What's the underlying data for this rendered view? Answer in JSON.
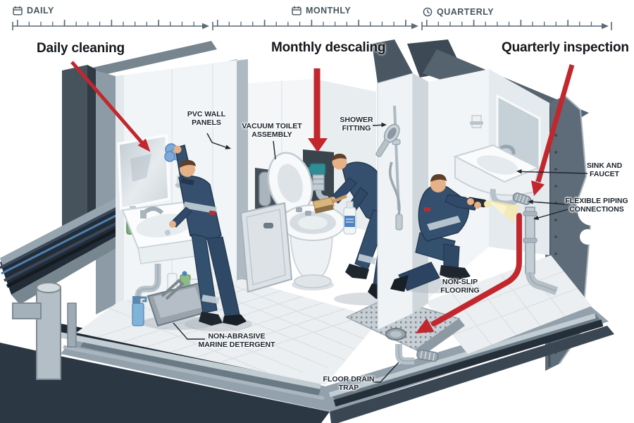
{
  "timeline": {
    "segments": [
      {
        "label": "DAILY",
        "icon": "calendar-icon"
      },
      {
        "label": "MONTHLY",
        "icon": "calendar-icon"
      },
      {
        "label": "QUARTERLY",
        "icon": "clock-icon"
      }
    ]
  },
  "headings": {
    "daily": "Daily cleaning",
    "monthly": "Monthly descaling",
    "quarterly": "Quarterly inspection"
  },
  "callouts": {
    "pvc_wall_panels": {
      "line1": "PVC WALL",
      "line2": "PANELS"
    },
    "vacuum_toilet": {
      "line1": "VACUUM TOILET",
      "line2": "ASSEMBLY"
    },
    "shower_fitting": {
      "line1": "SHOWER",
      "line2": "FITTING"
    },
    "sink_faucet": {
      "line1": "SINK AND",
      "line2": "FAUCET"
    },
    "flexible_piping": {
      "line1": "FLEXIBLE PIPING",
      "line2": "CONNECTIONS"
    },
    "non_slip_flooring": {
      "line1": "NON-SLIP",
      "line2": "FLOORING"
    },
    "marine_detergent": {
      "line1": "NON-ABRASIVE",
      "line2": "MARINE DETERGENT"
    },
    "floor_drain_trap": {
      "line1": "FLOOR DRAIN",
      "line2": "TRAP"
    }
  },
  "colors": {
    "accent_red": "#c1272d",
    "timeline_text": "#46555f",
    "label_text": "#1c242c",
    "steel_dark": "#46525c",
    "navy_coverall": "#35506e",
    "wall_white": "#f2f5f7",
    "teal_valve": "#2f8d95"
  }
}
